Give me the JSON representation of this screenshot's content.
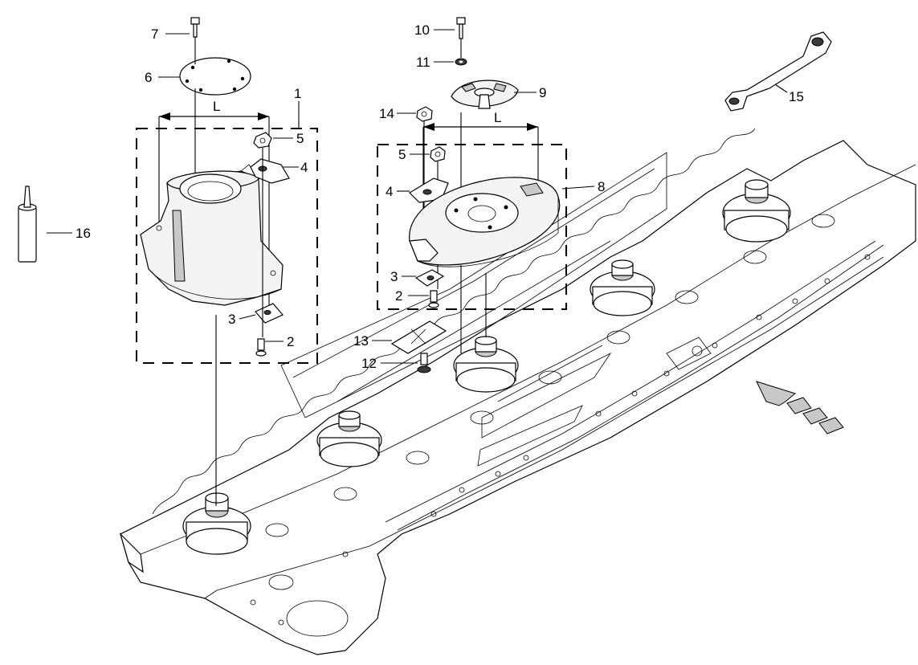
{
  "diagram": {
    "callouts": {
      "c1": "1",
      "c2a": "2",
      "c2b": "2",
      "c3a": "3",
      "c3b": "3",
      "c4a": "4",
      "c4b": "4",
      "c5a": "5",
      "c5b": "5",
      "c6": "6",
      "c7": "7",
      "c8": "8",
      "c9": "9",
      "c10": "10",
      "c11": "11",
      "c12": "12",
      "c13": "13",
      "c14": "14",
      "c15": "15",
      "c16": "16"
    },
    "dimensions": {
      "left_L": "L",
      "right_L": "L"
    }
  }
}
